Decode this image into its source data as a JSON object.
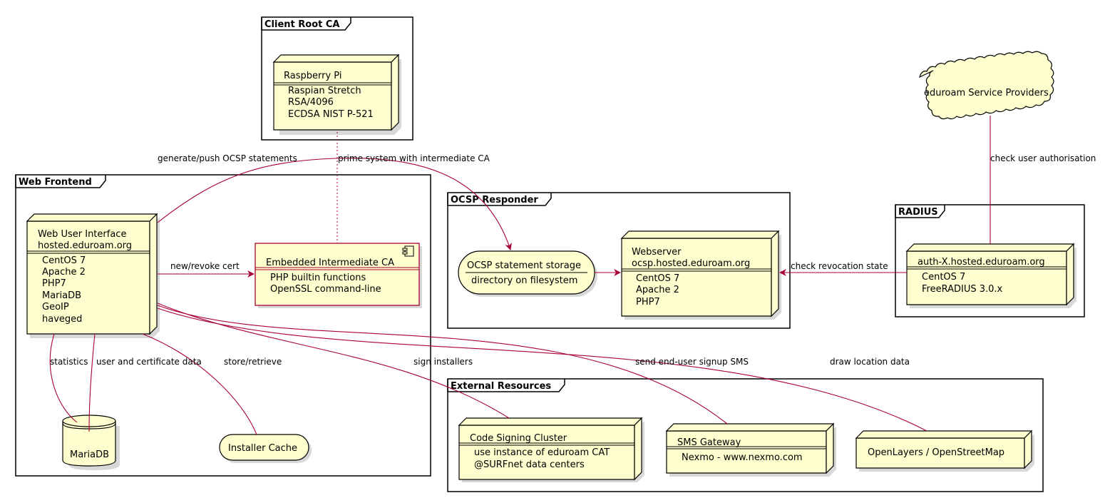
{
  "packages": {
    "client_root_ca": "Client Root CA",
    "web_frontend": "Web Frontend",
    "ocsp_responder": "OCSP Responder",
    "radius": "RADIUS",
    "external_resources": "External Resources"
  },
  "nodes": {
    "raspberry_pi": {
      "title": "Raspberry Pi",
      "lines": [
        "Raspian Stretch",
        "RSA/4096",
        "ECDSA NIST P-521"
      ]
    },
    "web_ui": {
      "title1": "Web User Interface",
      "title2": "hosted.eduroam.org",
      "lines": [
        "CentOS 7",
        "Apache 2",
        "PHP7",
        "MariaDB",
        "GeoIP",
        "haveged"
      ]
    },
    "embedded_ca": {
      "title": "Embedded Intermediate CA",
      "lines": [
        "PHP builtin functions",
        "OpenSSL command-line"
      ]
    },
    "mariadb": {
      "title": "MariaDB"
    },
    "installer_cache": {
      "title": "Installer Cache"
    },
    "ocsp_storage": {
      "title": "OCSP statement storage",
      "sub": "directory on filesystem"
    },
    "webserver": {
      "title1": "Webserver",
      "title2": "ocsp.hosted.eduroam.org",
      "lines": [
        "CentOS 7",
        "Apache 2",
        "PHP7"
      ]
    },
    "sp_cloud": {
      "title": "eduroam Service Providers"
    },
    "auth_x": {
      "title": "auth-X.hosted.eduroam.org",
      "lines": [
        "CentOS 7",
        "FreeRADIUS 3.0.x"
      ]
    },
    "code_signing": {
      "title": "Code Signing Cluster",
      "lines": [
        "use instance of eduroam CAT",
        "@SURFnet data centers"
      ]
    },
    "sms_gateway": {
      "title": "SMS Gateway",
      "lines": [
        "Nexmo - www.nexmo.com"
      ]
    },
    "openlayers": {
      "title": "OpenLayers / OpenStreetMap"
    }
  },
  "edges": {
    "generate_push": "generate/push OCSP statements",
    "prime_system": "prime system with intermediate CA",
    "check_user_auth": "check user authorisation",
    "new_revoke": "new/revoke cert",
    "check_revocation": "check revocation state",
    "statistics": "statistics",
    "user_cert_data": "user and certificate data",
    "store_retrieve": "store/retrieve",
    "sign_installers": "sign installers",
    "send_sms": "send end-user signup SMS",
    "draw_location": "draw location data"
  },
  "colors": {
    "node_fill": "#FEFECE",
    "edge": "#A80036",
    "component_border": "#A80036"
  }
}
